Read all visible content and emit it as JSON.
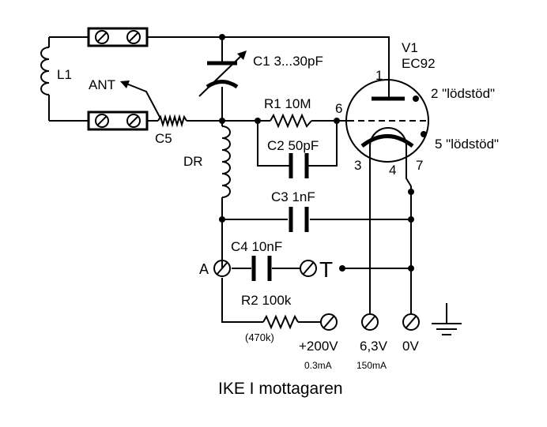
{
  "title": "IKE I mottagaren",
  "components": {
    "l1": "L1",
    "ant": "ANT",
    "c5": "C5",
    "c1": "C1  3...30pF",
    "v1_name": "V1",
    "v1_type": "EC92",
    "r1": "R1  10M",
    "c2": "C2  50pF",
    "dr": "DR",
    "c3": "C3  1nF",
    "c4": "C4  10nF",
    "r2": "R2  100k",
    "r2_alt": "(470k)"
  },
  "pins": {
    "p1": "1",
    "p2": "2 \"lödstöd\"",
    "p5": "5 \"lödstöd\"",
    "p6": "6",
    "p3": "3",
    "p4": "4",
    "p7": "7"
  },
  "terminals": {
    "a": "A",
    "t": "T",
    "v200": "+200V",
    "i200": "0.3mA",
    "v63": "6,3V",
    "i63": "150mA",
    "v0": "0V"
  }
}
